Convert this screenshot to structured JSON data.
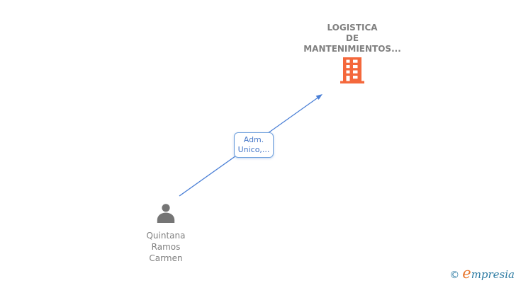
{
  "colors": {
    "background": "#FFFFFF",
    "node_label_gray": "#808080",
    "person_icon_gray": "#757575",
    "building_orange": "#F4683C",
    "edge_blue": "#4A7FD6",
    "edge_box_border": "#6FA0DC",
    "edge_box_text": "#4577C8",
    "brand_teal": "#2E7CA3",
    "brand_orange": "#E8762C"
  },
  "graph": {
    "company_node": {
      "icon": "building-icon",
      "name_lines": [
        "LOGISTICA",
        "DE",
        "MANTENIMIENTOS..."
      ]
    },
    "person_node": {
      "icon": "person-icon",
      "name_lines": [
        "Quintana",
        "Ramos",
        "Carmen"
      ]
    },
    "edge": {
      "label_lines": [
        "Adm.",
        "Unico,..."
      ]
    }
  },
  "brand": {
    "copyright_symbol": "©",
    "name_initial": "e",
    "name_rest": "mpresia"
  }
}
